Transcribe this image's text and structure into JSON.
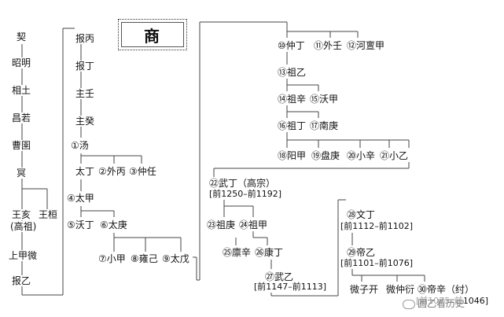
{
  "title": "商",
  "nodes": [
    {
      "id": "qi",
      "text": "契"
    },
    {
      "id": "zhaoming",
      "text": "昭明"
    },
    {
      "id": "xiangtu",
      "text": "相土"
    },
    {
      "id": "changruo",
      "text": "昌若"
    },
    {
      "id": "caoyu",
      "text": "曹圉"
    },
    {
      "id": "ming",
      "text": "冥"
    },
    {
      "id": "wanghai",
      "text": "王亥"
    },
    {
      "id": "gaozu",
      "text": "(高祖)"
    },
    {
      "id": "wangheng",
      "text": "王桓"
    },
    {
      "id": "shangjiawei",
      "text": "上甲微"
    },
    {
      "id": "baoyi",
      "text": "报乙"
    },
    {
      "id": "baobing",
      "text": "报丙"
    },
    {
      "id": "baoding",
      "text": "报丁"
    },
    {
      "id": "zhuren",
      "text": "主壬"
    },
    {
      "id": "zhugui",
      "text": "主癸"
    },
    {
      "id": "tang",
      "text": "①汤"
    },
    {
      "id": "taiding",
      "text": "太丁"
    },
    {
      "id": "waibing",
      "text": "②外丙"
    },
    {
      "id": "zhongren",
      "text": "③仲任"
    },
    {
      "id": "taijia",
      "text": "④太甲"
    },
    {
      "id": "woding",
      "text": "⑤沃丁"
    },
    {
      "id": "taigeng",
      "text": "⑥太庚"
    },
    {
      "id": "xiaojia",
      "text": "⑦小甲"
    },
    {
      "id": "yongji",
      "text": "⑧雍己"
    },
    {
      "id": "taiwu",
      "text": "⑨太戊"
    },
    {
      "id": "zhongding",
      "text": "⑩仲丁"
    },
    {
      "id": "wairen",
      "text": "⑪外壬"
    },
    {
      "id": "hedanjia",
      "text": "⑫河亶甲"
    },
    {
      "id": "zuyi",
      "text": "⑬祖乙"
    },
    {
      "id": "zuxin",
      "text": "⑭祖辛"
    },
    {
      "id": "wojia",
      "text": "⑮沃甲"
    },
    {
      "id": "zuding",
      "text": "⑯祖丁"
    },
    {
      "id": "nangeng",
      "text": "⑰南庚"
    },
    {
      "id": "yangjia",
      "text": "⑱阳甲"
    },
    {
      "id": "pangeng",
      "text": "⑲盘庚"
    },
    {
      "id": "xiaoxin",
      "text": "⑳小辛"
    },
    {
      "id": "xiaoyi",
      "text": "㉑小乙"
    },
    {
      "id": "wuding",
      "text": "㉒武丁（高宗）"
    },
    {
      "id": "wuding_years",
      "text": "[前1250–前1192]"
    },
    {
      "id": "zugeng",
      "text": "㉓祖庚"
    },
    {
      "id": "zujia",
      "text": "㉔祖甲"
    },
    {
      "id": "linxin",
      "text": "㉕廪辛"
    },
    {
      "id": "kangding",
      "text": "㉖康丁"
    },
    {
      "id": "wuyi",
      "text": "㉗武乙"
    },
    {
      "id": "wuyi_years",
      "text": "[前1147–前1113]"
    },
    {
      "id": "wending",
      "text": "㉘文丁"
    },
    {
      "id": "wending_years",
      "text": "[前1112–前1102]"
    },
    {
      "id": "diyi",
      "text": "㉙帝乙"
    },
    {
      "id": "diyi_years",
      "text": "[前1101–前1076]"
    },
    {
      "id": "weiziqi",
      "text": "微子开"
    },
    {
      "id": "weizhongyan",
      "text": "微仲衍"
    },
    {
      "id": "dixin",
      "text": "㉚帝辛（纣）"
    },
    {
      "id": "dixin_years",
      "text": "[前1075–前1046]"
    }
  ],
  "watermark": "圆乙看历史"
}
